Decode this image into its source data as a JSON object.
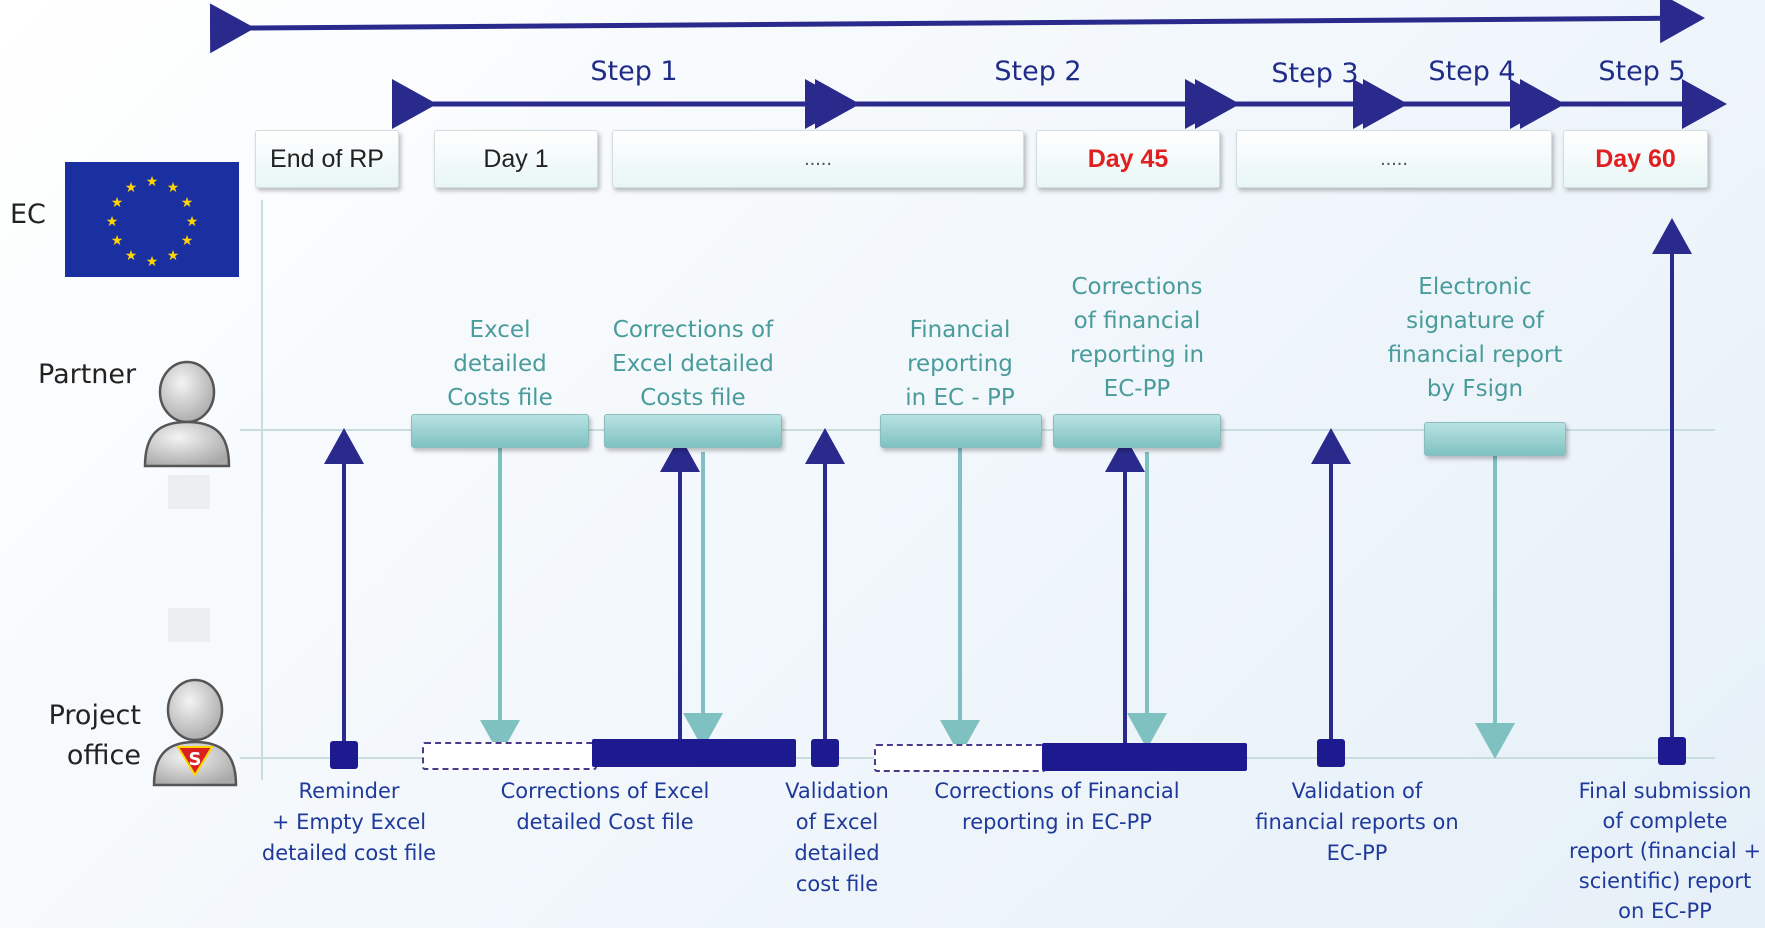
{
  "top_label": "",
  "steps": [
    "Step 1",
    "Step 2",
    "Step 3",
    "Step 4",
    "Step 5"
  ],
  "timeline_boxes": [
    {
      "label": "End of RP",
      "highlight": false
    },
    {
      "label": "Day 1",
      "highlight": false
    },
    {
      "label": ".....",
      "highlight": false
    },
    {
      "label": "Day 45",
      "highlight": true
    },
    {
      "label": ".....",
      "highlight": false
    },
    {
      "label": "Day 60",
      "highlight": true
    }
  ],
  "actors": {
    "ec": "EC",
    "partner": "Partner",
    "project_office_line1": "Project",
    "project_office_line2": "office"
  },
  "partner_actions": [
    {
      "lines": [
        "Excel",
        "detailed",
        "Costs file"
      ]
    },
    {
      "lines": [
        "Corrections of",
        "Excel detailed",
        "Costs file"
      ]
    },
    {
      "lines": [
        "Financial",
        "reporting",
        "in EC - PP"
      ]
    },
    {
      "lines": [
        "Corrections",
        "of financial",
        "reporting in",
        "EC-PP"
      ]
    },
    {
      "lines": [
        "Electronic",
        "signature of",
        "financial report",
        "by Fsign"
      ]
    }
  ],
  "office_actions": [
    {
      "lines": [
        "Reminder",
        "+ Empty Excel",
        "detailed cost  file"
      ]
    },
    {
      "lines": [
        "Corrections of Excel",
        "detailed Cost file"
      ]
    },
    {
      "lines": [
        "Validation",
        "of Excel",
        "detailed",
        "cost file"
      ]
    },
    {
      "lines": [
        "Corrections of Financial",
        "reporting in EC-PP"
      ]
    },
    {
      "lines": [
        "Validation of",
        "financial reports on",
        "EC-PP"
      ]
    },
    {
      "lines": [
        "Final submission",
        "of complete",
        "report (financial +",
        "scientific) report",
        "on EC-PP"
      ]
    }
  ],
  "colors": {
    "navy": "#1d1a8f",
    "step_arrow": "#2a2a8c",
    "teal": "#7fc1c1",
    "teal_text": "#4a9c9c",
    "office_text": "#1f3a9a",
    "deadline_red": "#e02020",
    "eu_blue": "#1a2fa0",
    "eu_star": "#ffd500"
  },
  "icons": [
    "eu-flag-icon",
    "partner-person-icon",
    "project-office-superhero-icon"
  ]
}
